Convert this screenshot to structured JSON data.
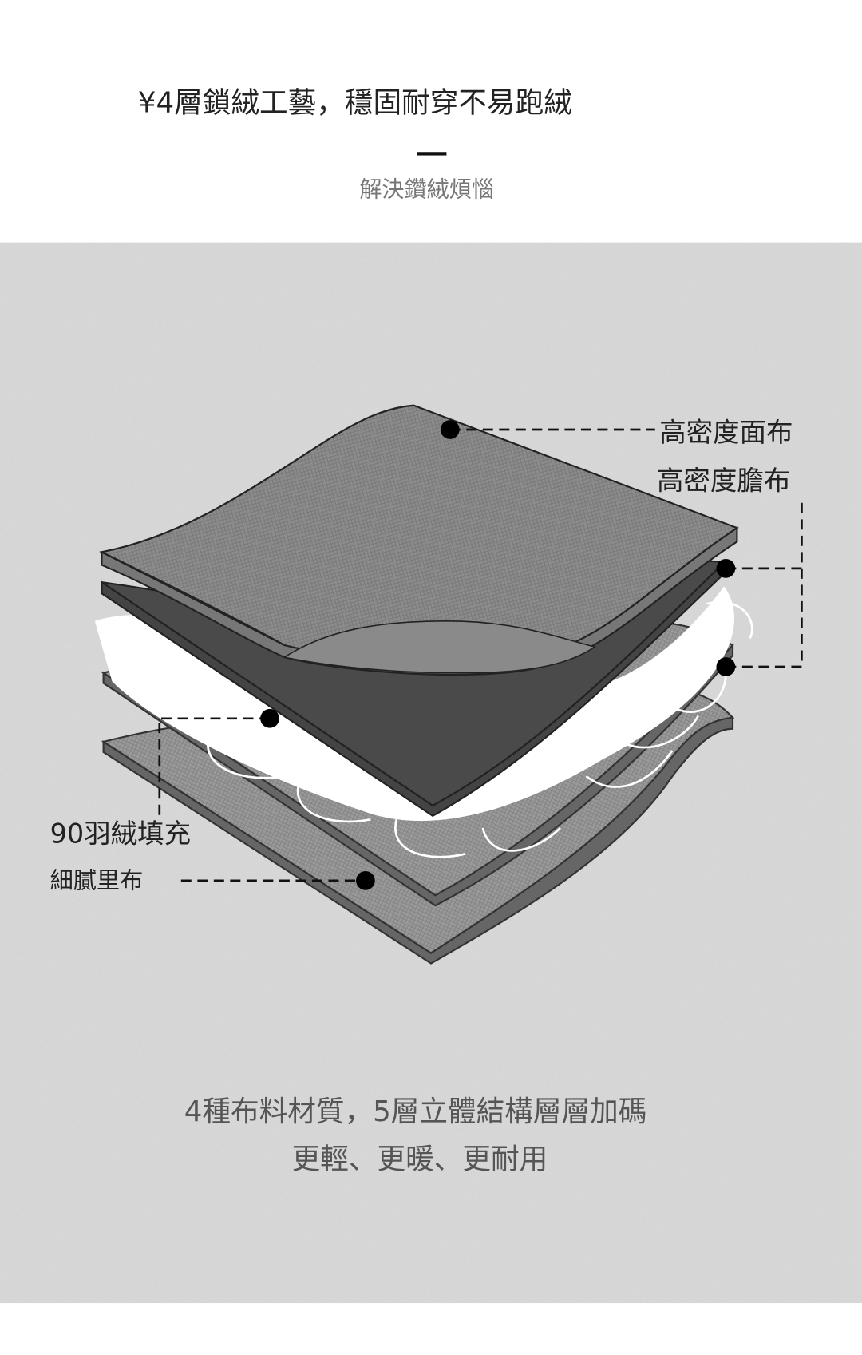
{
  "header": {
    "title": "¥4層鎖絨工藝，穩固耐穿不易跑絨",
    "subtitle": "解決鑽絨煩惱"
  },
  "diagram": {
    "labels": {
      "outer_fabric": "高密度面布",
      "inner_fabric": "高密度膽布",
      "filling": "90羽絨填充",
      "lining": "細膩里布"
    }
  },
  "footer": {
    "line1": "4種布料材質，5層立體結構層層加碼",
    "line2": "更輕、更暖、更耐用"
  },
  "colors": {
    "title": "#222222",
    "subtitle": "#777777",
    "background_texture": "#dcdcdc",
    "body_text": "#555555"
  }
}
